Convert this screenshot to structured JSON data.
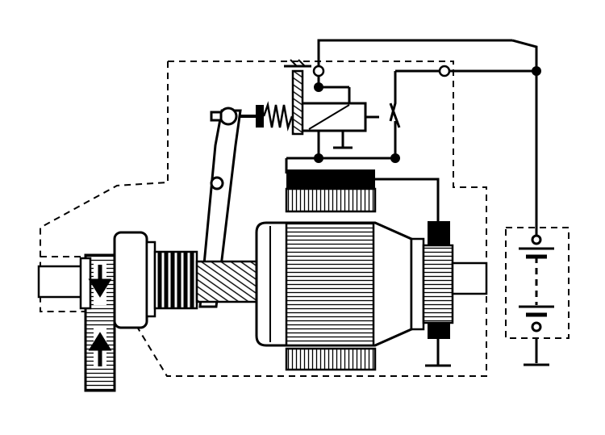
{
  "diagram": {
    "subject": "starter-motor-schematic",
    "line_color": "#000000",
    "background": "#ffffff",
    "components": [
      "housing-outline",
      "battery",
      "ground-symbol",
      "solenoid",
      "ignition-switch",
      "shift-lever",
      "return-spring",
      "pinion-gear",
      "flywheel-ring-gear",
      "armature",
      "field-winding",
      "commutator",
      "brushes"
    ],
    "arrows": [
      "down",
      "up"
    ]
  }
}
